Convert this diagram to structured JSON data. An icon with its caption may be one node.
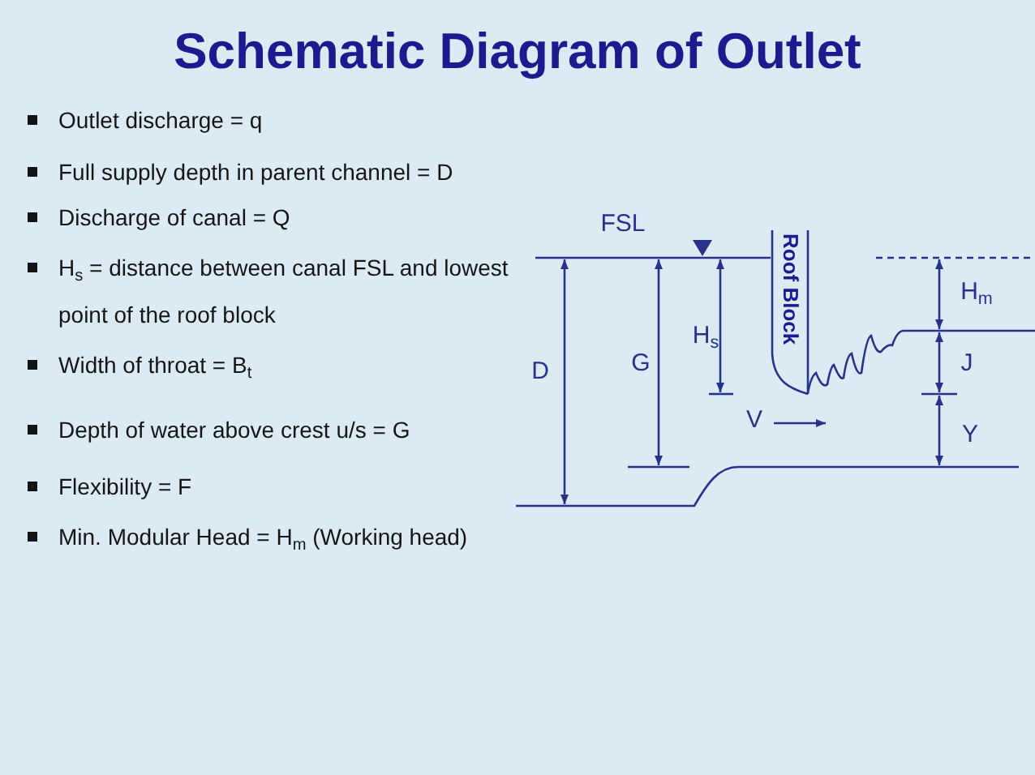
{
  "diagram": {
    "title": "Schematic Diagram of Outlet",
    "nodes": [
      {
        "text": [
          "Roof Block"
        ]
      }
    ],
    "labels": [
      "Outlet discharge = q",
      "Full supply depth in parent channel = D",
      "Discharge of canal = Q",
      "H$_{s}$ = distance between canal FSL and lowest point of the roof block",
      "Width of throat = B$_{t}$",
      "Depth of water above crest u/s = G",
      "Flexibility = F",
      "Min. Modular Head = H$_{m}$ (Working head)",
      "FSL",
      "H$_{m}$",
      "H$_{s}$",
      "D",
      "G",
      "J",
      "V",
      "Y"
    ]
  }
}
